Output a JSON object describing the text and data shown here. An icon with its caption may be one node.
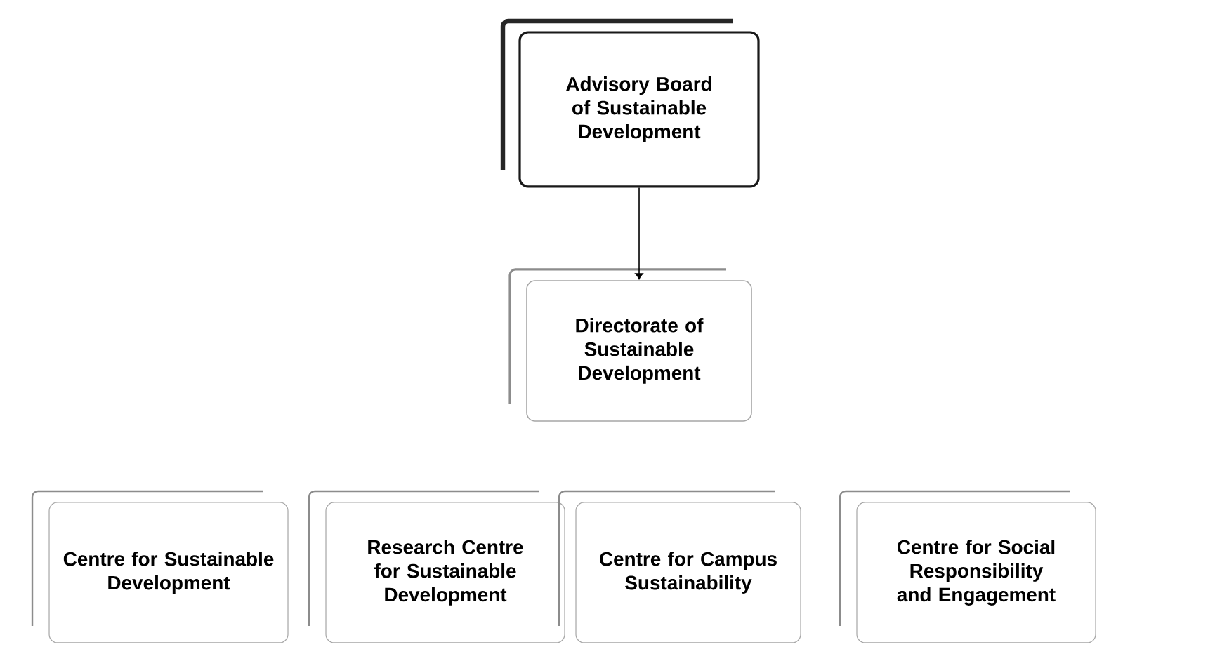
{
  "diagram": {
    "nodes": [
      {
        "text": [
          "Advisory Board of Sustainable Development"
        ]
      },
      {
        "text": [
          "Directorate of Sustainable Development"
        ]
      },
      {
        "text": [
          "Centre for Sustainable Development"
        ]
      },
      {
        "text": [
          "Research Centre for Sustainable Development"
        ]
      },
      {
        "text": [
          "Centre for Campus Sustainability"
        ]
      },
      {
        "text": [
          "Centre for Social Responsibility and Engagement"
        ]
      }
    ],
    "edges": [
      {
        "from": 0,
        "to": 1,
        "arrow": "to"
      }
    ]
  }
}
